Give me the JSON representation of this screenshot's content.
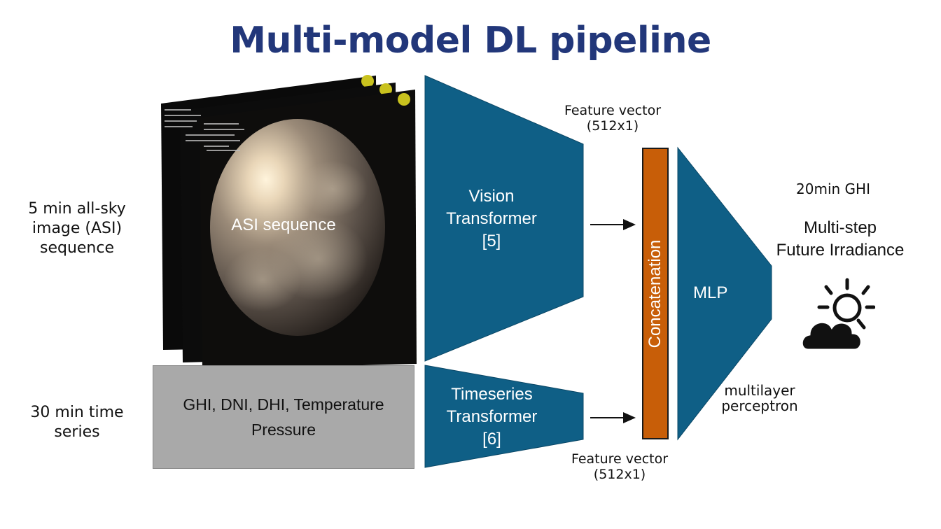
{
  "title": "Multi-model DL pipeline",
  "inputs": {
    "image_input_label": [
      "5 min all-sky",
      "image (ASI)",
      "sequence"
    ],
    "timeseries_input_label": [
      "30 min time",
      "series"
    ]
  },
  "asi": {
    "label": "ASI sequence"
  },
  "timeseries_box": {
    "lines": [
      "GHI, DNI, DHI, Temperature",
      "Pressure"
    ]
  },
  "vision_transformer": {
    "lines": [
      "Vision",
      "Transformer",
      "[5]"
    ]
  },
  "timeseries_transformer": {
    "lines": [
      "Timeseries",
      "Transformer",
      "[6]"
    ]
  },
  "feature_top": [
    "Feature vector",
    "(512x1)"
  ],
  "feature_bottom": [
    "Feature vector",
    "(512x1)"
  ],
  "concatenation": {
    "label": "Concatenation"
  },
  "mlp": {
    "label": "MLP",
    "caption": [
      "multilayer",
      "perceptron"
    ]
  },
  "output": {
    "horizon": "20min GHI",
    "lines": [
      "Multi-step",
      "Future Irradiance"
    ],
    "icon": "partly-cloudy-icon"
  },
  "colors": {
    "title": "#22377a",
    "transformer": "#0f5f86",
    "concatenation": "#c85e08",
    "timeseries_box": "#a9a9a9"
  }
}
